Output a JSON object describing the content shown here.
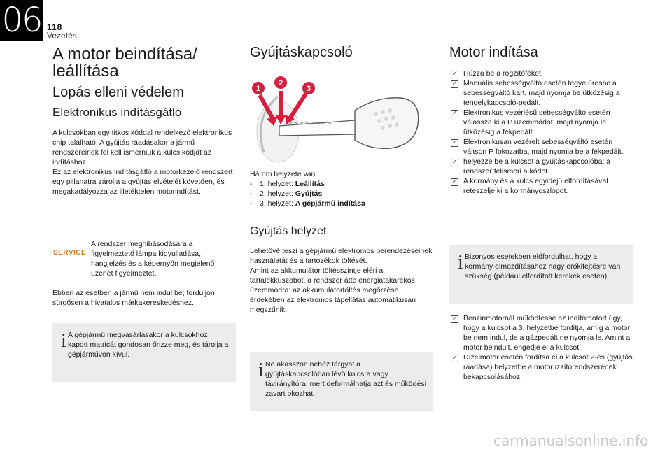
{
  "header": {
    "chapter": "06",
    "page_number": "118",
    "section": "Vezetés"
  },
  "col1": {
    "title": "A motor beindítása/ leállítása",
    "subtitle": "Lopás elleni védelem",
    "subsubtitle": "Elektronikus indításgátló",
    "para1a": "A kulcsokban egy titkos kóddal rendelkező elektronikus chip található. A gyújtás ráadásakor a jármű rendszereinek fel kell ismerniük a kulcs kódját az indításhoz.",
    "para1b": "Ez az elektronikus indításgátló a motorkezelő rendszert egy pillanatra zárolja a gyújtás elvételét követően, és megakadályozza az illetéktelen motorindítást.",
    "service_label": "SERVICE",
    "para2": "A rendszer meghibásodására a figyelmeztető lámpa kigyulladása, hangjelzés és a képernyőn megjelenő üzenet figyelmeztet.",
    "para3": "Ebben az esetben a jármű nem indul be; forduljon sürgősen a hivatalos márkakereskedéshez.",
    "info": "A gépjármű megvásárlásakor a kulcsokhoz kapott matricát gondosan őrizze meg, és tárolja a gépjárművön kívül."
  },
  "col2": {
    "title": "Gyújtáskapcsoló",
    "figure_labels": [
      "1",
      "2",
      "3"
    ],
    "positions_intro": "Három helyzete van:",
    "positions": [
      {
        "prefix": "1. helyzet: ",
        "name": "Leállítás"
      },
      {
        "prefix": "2. helyzet: ",
        "name": "Gyújtás"
      },
      {
        "prefix": "3. helyzet: ",
        "name": "A gépjármű indítása"
      }
    ],
    "subtitle": "Gyújtás helyzet",
    "para1": "Lehetővé teszi a gépjármű elektromos berendezéseinek használatát és a tartozékok töltését.",
    "para2": "Amint az akkumulátor töltésszintje eléri a tartalékküszöböt, a rendszer átte energiatakarékos üzemmódra: az akkumulátortöltés megőrzése érdekében az elektromos tápellátás automatikusan megszűnik.",
    "info": "Ne akasszon nehéz tárgyat a gyújtáskapcsolóban lévő kulcsra vagy távirányítóra, mert deformálhatja azt és működési zavart okozhat."
  },
  "col3": {
    "title": "Motor indítása",
    "steps": [
      "Húzza be a rögzítőféket.",
      "Manuális sebességváltó esetén tegye üresbe a sebességváltó kart, majd nyomja be ütközésig a tengelykapcsoló-pedált.",
      "Elektronikus vezérlésű sebességváltó esetén válassza ki a P üzemmódot, majd nyomja le ütközésig a fékpedált.",
      "Elektronikusan vezérelt sebességváltó esetén váltson P fokozatba, majd nyomja be a fékpedált.",
      "helyezze be a kulcsot a gyújtáskapcsolóba; a rendszer felismeri a kódot.",
      "A kormány és a kulcs egyidejű elfordításával reteszelje ki a kormányoszlopot."
    ],
    "info": "Bizonyos esetekben előfordulhat, hogy a kormány elmozdításához nagy erőkifejtésre van szükség (például elfordított kerekek esetén).",
    "steps2": [
      "Benzinmotornál működtesse az indítómotort úgy, hogy a kulcsot a 3. helyzetbe fordítja, amíg a motor be nem indul, de a gázpedált ne nyomja le. Amint a motor beindult, engedje el a kulcsot.",
      "Dízelmotor esetén fordítsa el a kulcsot 2-es (gyújtás ráadása) helyzetbe a motor izzítórendszerének bekapcsolásához."
    ],
    "check_glyph": "✓"
  },
  "watermark": "carmanualsonline.info",
  "colors": {
    "arrow_red": "#d81e3c",
    "service_orange": "#e07a1f",
    "info_bg": "#ececec"
  }
}
